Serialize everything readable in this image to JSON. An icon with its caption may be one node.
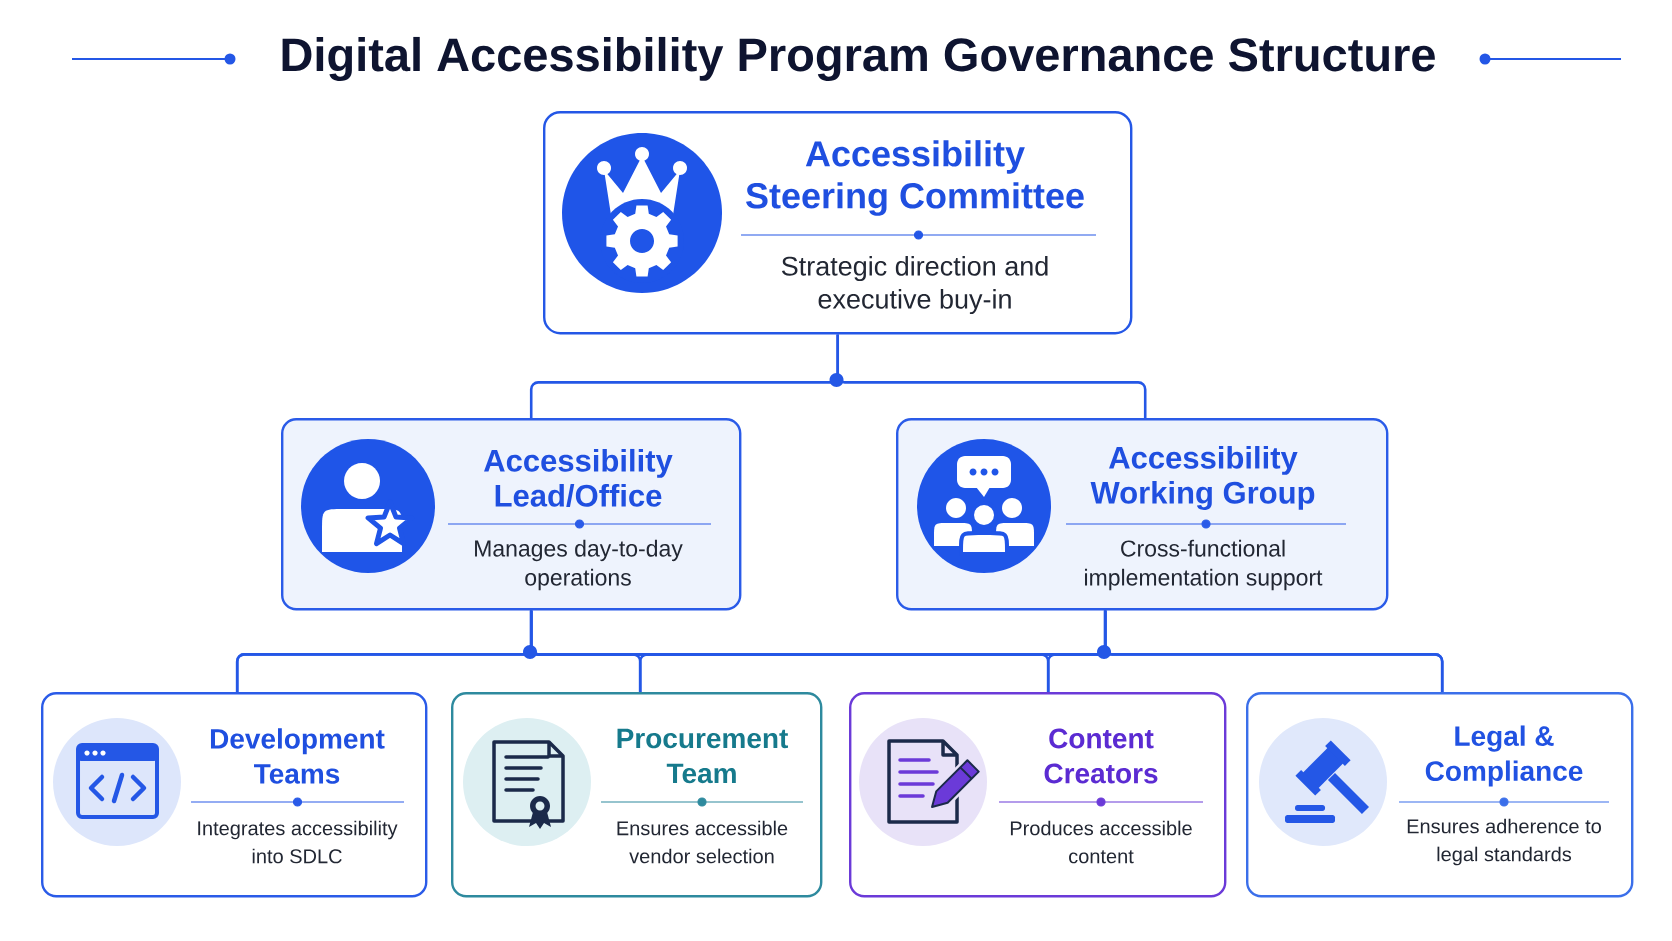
{
  "diagram": {
    "title": "Digital Accessibility Program Governance Structure",
    "nodes": [
      {
        "text": [
          "Accessibility Steering Committee",
          "Strategic direction and executive buy-in"
        ]
      },
      {
        "text": [
          "Accessibility Lead/Office",
          "Manages day-to-day operations"
        ]
      },
      {
        "text": [
          "Accessibility Working Group",
          "Cross-functional implementation support"
        ]
      },
      {
        "text": [
          "Development Teams",
          "Integrates accessibility into SDLC"
        ]
      },
      {
        "text": [
          "Procurement Team",
          "Ensures accessible vendor selection"
        ]
      },
      {
        "text": [
          "Content Creators",
          "Produces accessible content"
        ]
      },
      {
        "text": [
          "Legal & Compliance",
          "Ensures adherence to legal standards"
        ]
      }
    ],
    "edges": [
      {
        "from": 0,
        "to": 1,
        "arrow": "none"
      },
      {
        "from": 0,
        "to": 2,
        "arrow": "none"
      },
      {
        "from": 1,
        "to": 3,
        "arrow": "none"
      },
      {
        "from": 1,
        "to": 4,
        "arrow": "none"
      },
      {
        "from": 1,
        "to": 5,
        "arrow": "none"
      },
      {
        "from": 1,
        "to": 6,
        "arrow": "none"
      },
      {
        "from": 2,
        "to": 3,
        "arrow": "none"
      },
      {
        "from": 2,
        "to": 4,
        "arrow": "none"
      },
      {
        "from": 2,
        "to": 5,
        "arrow": "none"
      },
      {
        "from": 2,
        "to": 6,
        "arrow": "none"
      }
    ]
  }
}
